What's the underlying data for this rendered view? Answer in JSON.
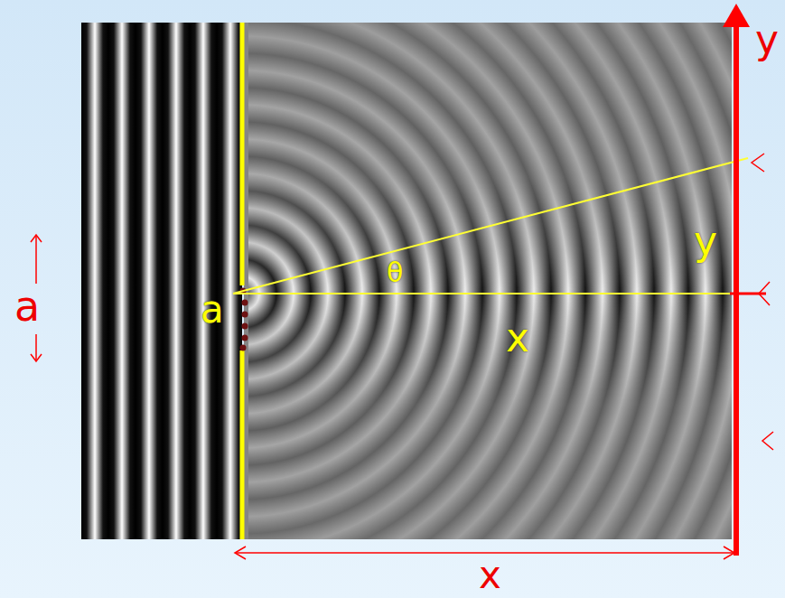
{
  "diagram": {
    "labels": [
      "a",
      "a",
      "θ",
      "y",
      "x",
      "y",
      "x"
    ]
  }
}
